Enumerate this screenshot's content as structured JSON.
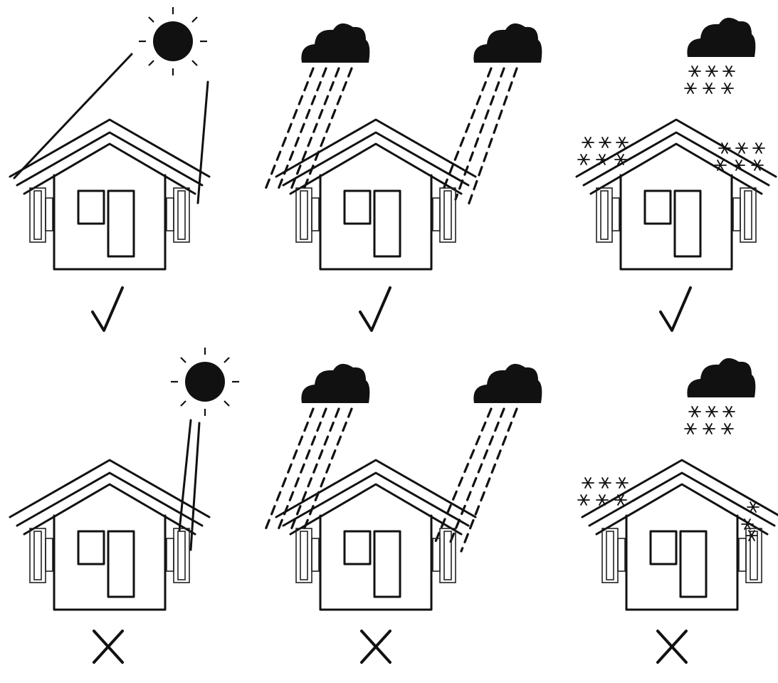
{
  "colors": {
    "ink": "#111111",
    "background": "#ffffff"
  },
  "panels": [
    {
      "weather": "sun",
      "sun_side": "both",
      "verdict": "check",
      "verdict_icon": "check-mark-icon"
    },
    {
      "weather": "rain",
      "rain_side": "both",
      "verdict": "check",
      "verdict_icon": "check-mark-icon"
    },
    {
      "weather": "snow",
      "snow_side": "both",
      "verdict": "check",
      "verdict_icon": "check-mark-icon"
    },
    {
      "weather": "sun",
      "sun_side": "right",
      "verdict": "cross",
      "verdict_icon": "cross-mark-icon"
    },
    {
      "weather": "rain",
      "rain_side": "both",
      "verdict": "cross",
      "verdict_icon": "cross-mark-icon"
    },
    {
      "weather": "snow",
      "snow_side": "both",
      "verdict": "cross",
      "verdict_icon": "cross-mark-icon"
    }
  ]
}
